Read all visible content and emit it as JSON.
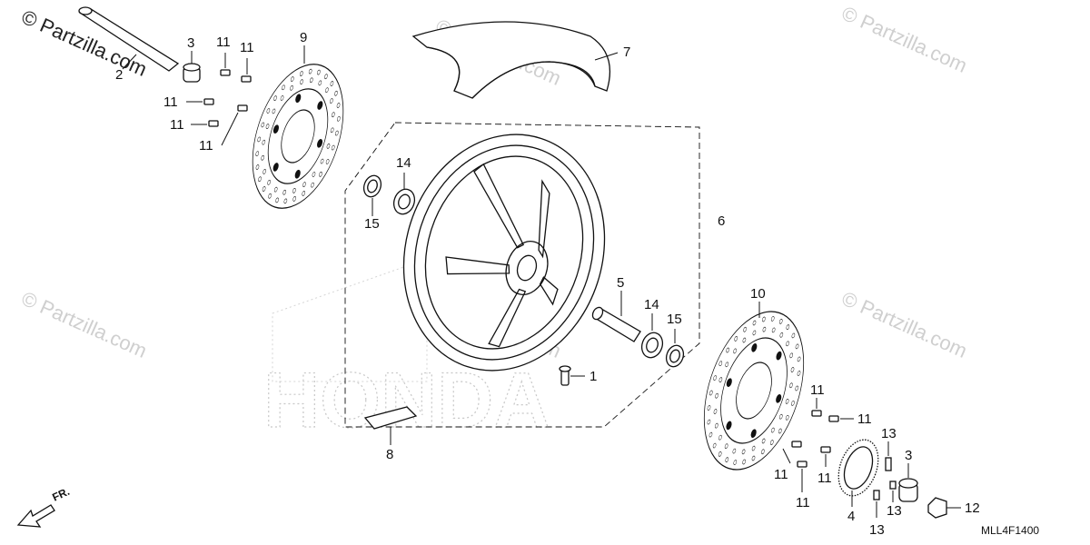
{
  "watermarks": {
    "main": "© Partzilla.com",
    "repeat": "© Partzilla.com"
  },
  "diagram_code": "MLL4F1400",
  "direction_label": "FR.",
  "callouts": {
    "c1": "1",
    "c2": "2",
    "c3a": "3",
    "c3b": "3",
    "c4": "4",
    "c5": "5",
    "c6": "6",
    "c7": "7",
    "c8": "8",
    "c9": "9",
    "c10": "10",
    "c11a": "11",
    "c11b": "11",
    "c11c": "11",
    "c11d": "11",
    "c11e": "11",
    "c11f": "11",
    "c11g": "11",
    "c11h": "11",
    "c11i": "11",
    "c11j": "11",
    "c12": "12",
    "c13a": "13",
    "c13b": "13",
    "c13c": "13",
    "c14a": "14",
    "c14b": "14",
    "c15a": "15",
    "c15b": "15"
  },
  "colors": {
    "line": "#111111",
    "watermark": "#cfcfcf",
    "background": "#ffffff"
  }
}
